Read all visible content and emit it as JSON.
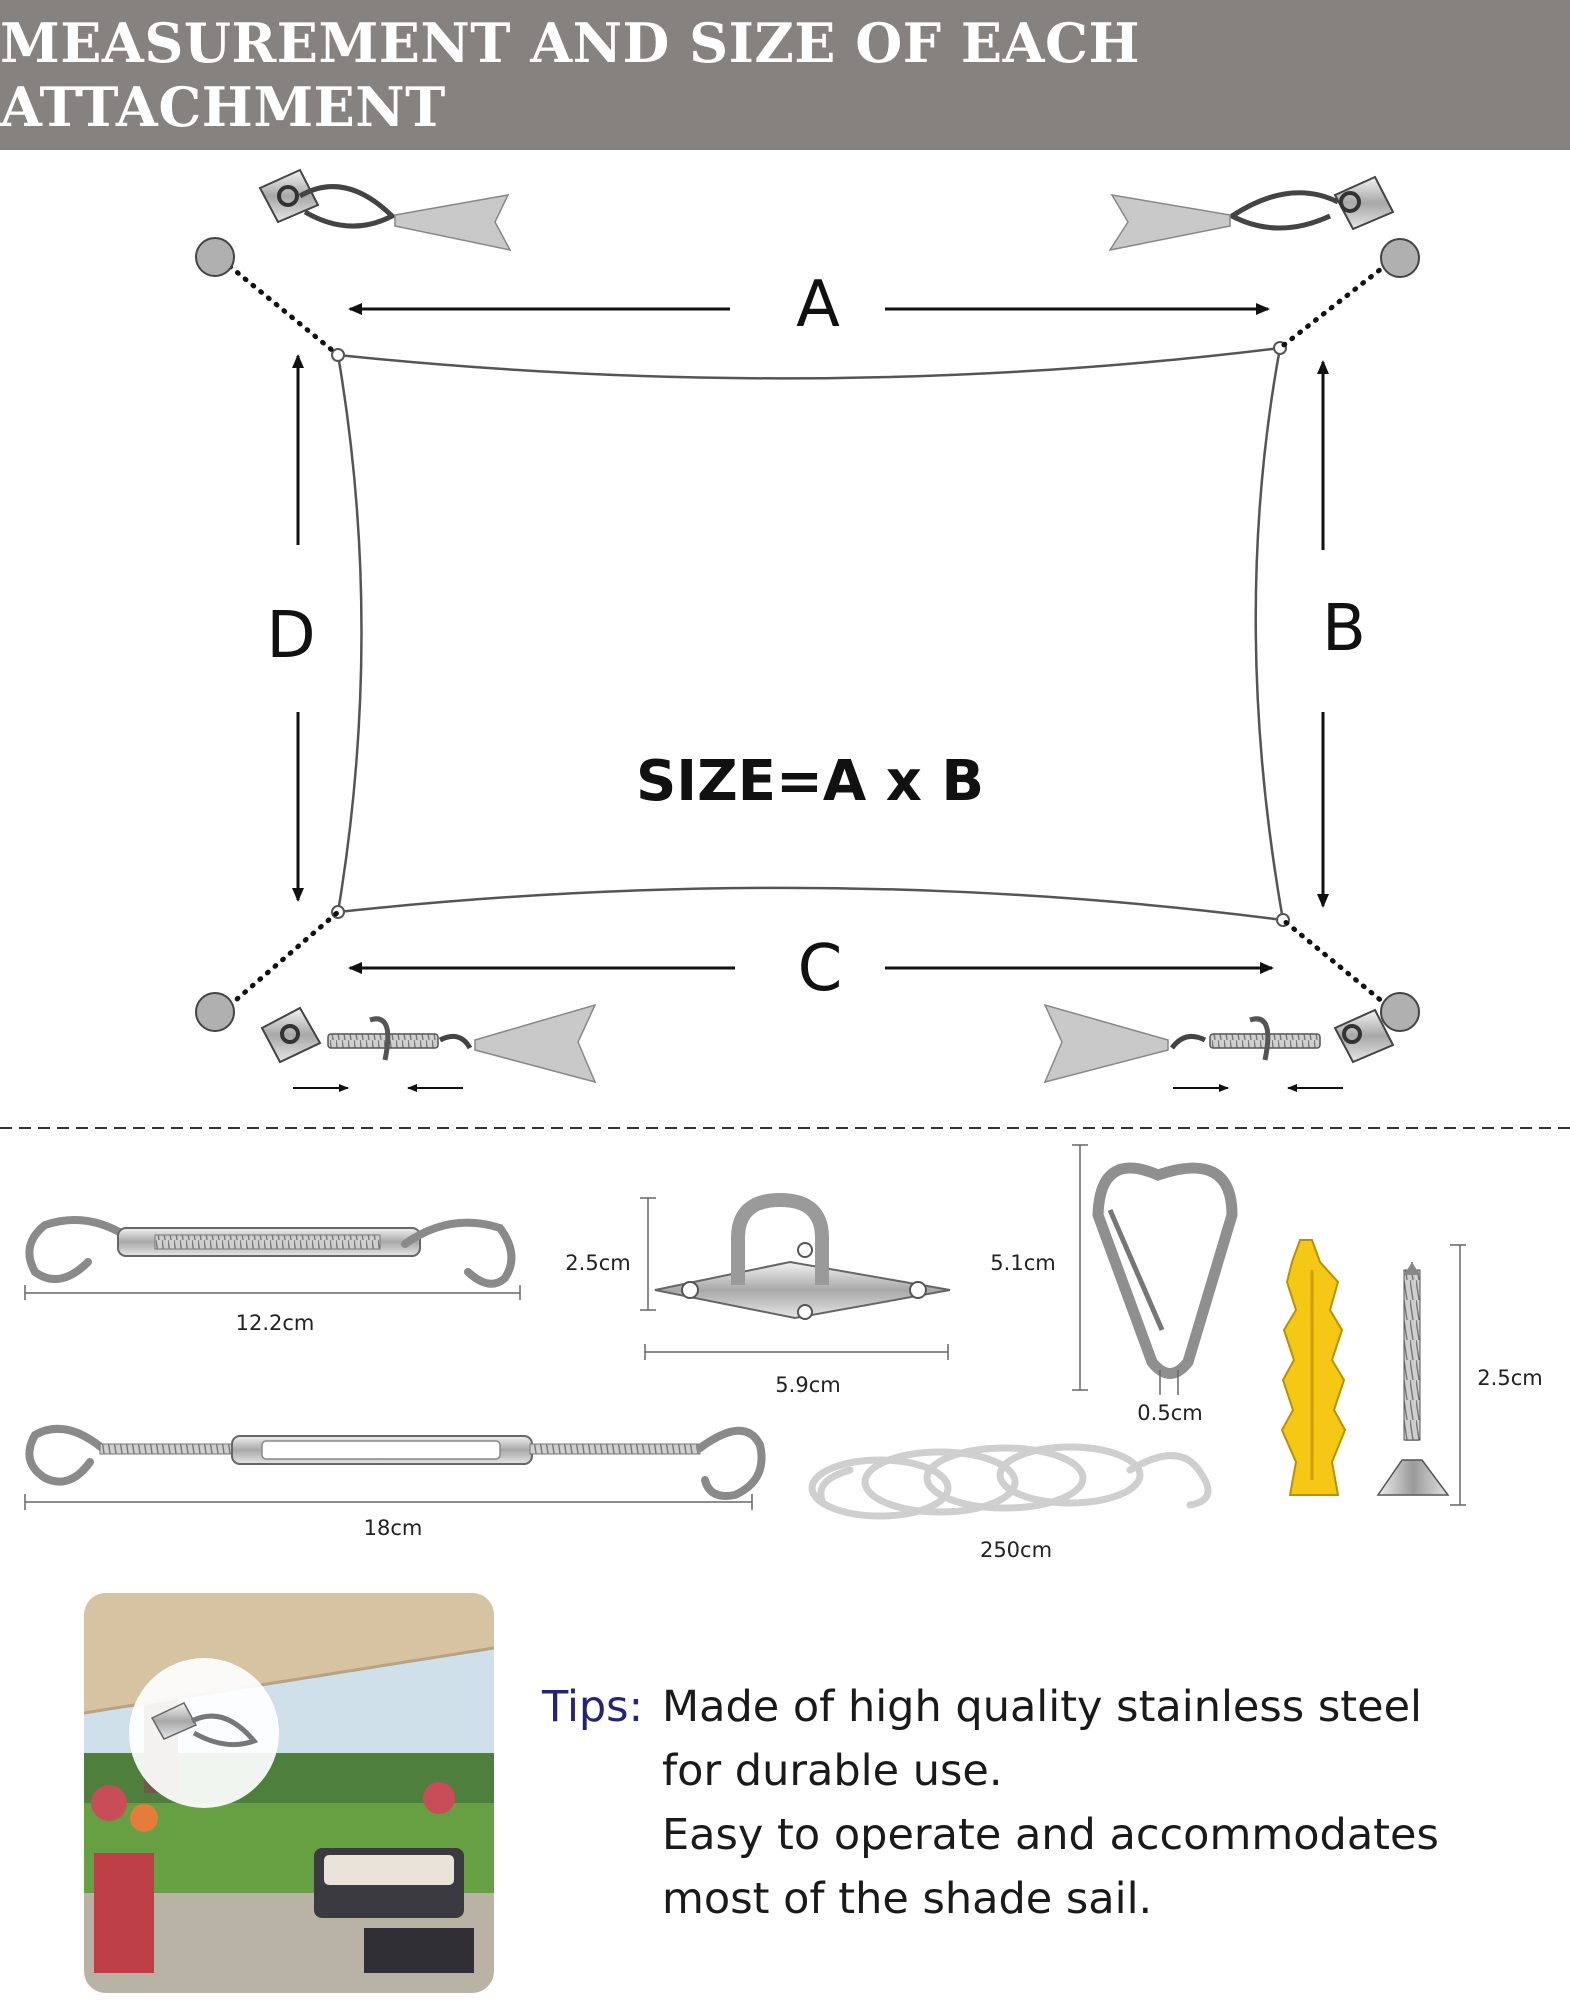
{
  "header": {
    "title": "MEASUREMENT AND SIZE OF EACH ATTACHMENT"
  },
  "diagram": {
    "side_a": "A",
    "side_b": "B",
    "side_c": "C",
    "side_d": "D",
    "formula": "SIZE=A x B"
  },
  "parts": {
    "turnbuckle_small": "12.2cm",
    "turnbuckle_large": "18cm",
    "pad_eye_height": "2.5cm",
    "pad_eye_width": "5.9cm",
    "snap_hook_length": "5.1cm",
    "snap_hook_wire": "0.5cm",
    "rope_length": "250cm",
    "screw_length": "2.5cm"
  },
  "tips": {
    "prefix": "Tips:",
    "line1": "Made of high quality stainless steel",
    "line2": "for durable use.",
    "line3": "Easy to operate and accommodates",
    "line4": "most of the shade sail."
  },
  "colors": {
    "banner": "#86827f",
    "tips_prefix": "#23237a",
    "anchor_dowel": "#f4c814",
    "sail": "#d6c3a2"
  }
}
